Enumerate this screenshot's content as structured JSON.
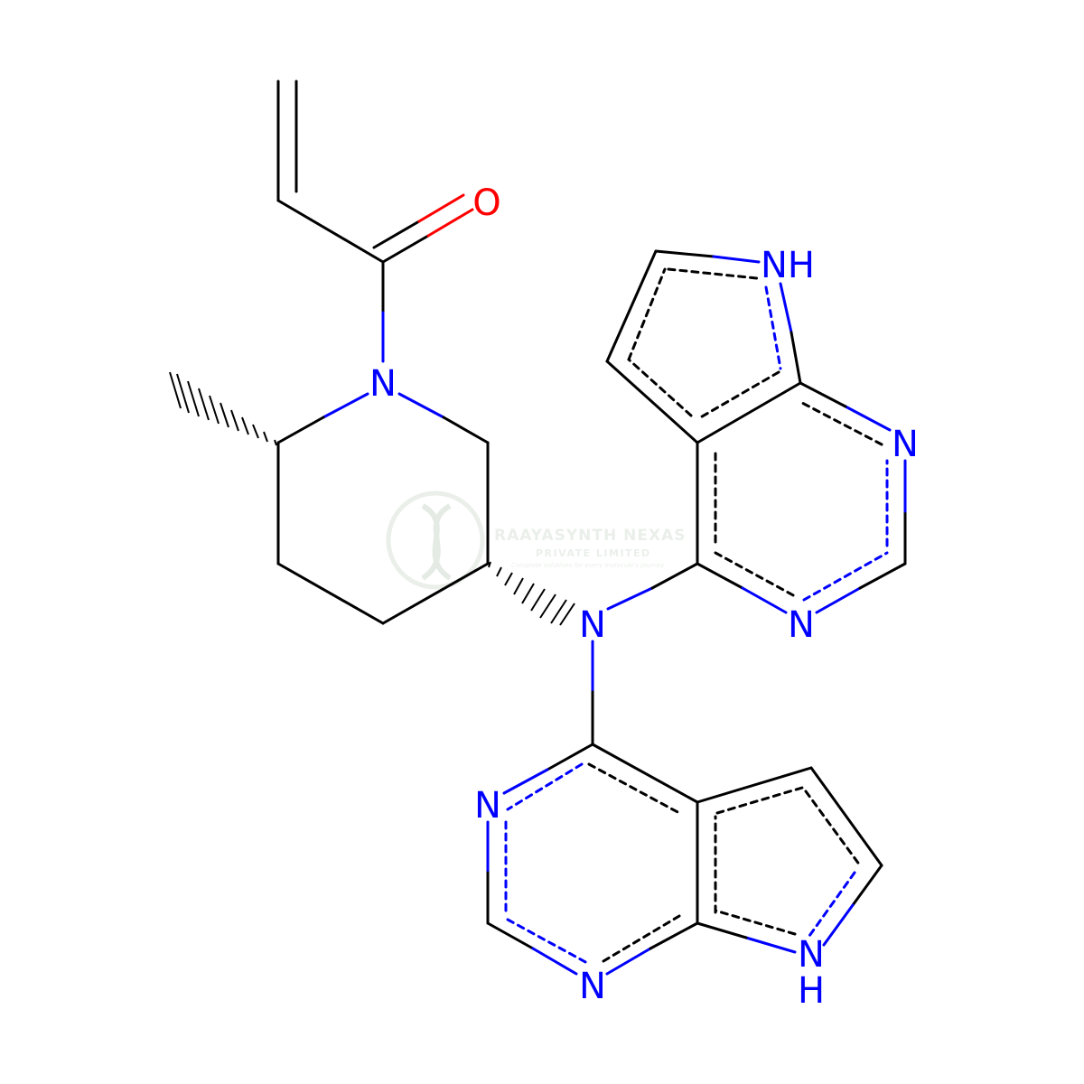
{
  "colors": {
    "bond": "#000000",
    "nitrogen": "#0000ff",
    "oxygen": "#ff0000",
    "watermark": "#d9e3d9"
  },
  "watermark": {
    "title": "RAAYASYNTH NEXAS",
    "subtitle": "PRIVATE LIMITED",
    "tagline": "Complete solutions for every molecule's journey"
  },
  "atoms": {
    "oxygen": "O",
    "nh_top": "NH",
    "n_ring1_right": "N",
    "n_ring1_bottom": "N",
    "n_piperidine": "N",
    "n_amine": "N",
    "n_ring2_left": "N",
    "n_ring2_bottom": "N",
    "nh_bottom_n": "N",
    "nh_bottom_h": "H"
  }
}
